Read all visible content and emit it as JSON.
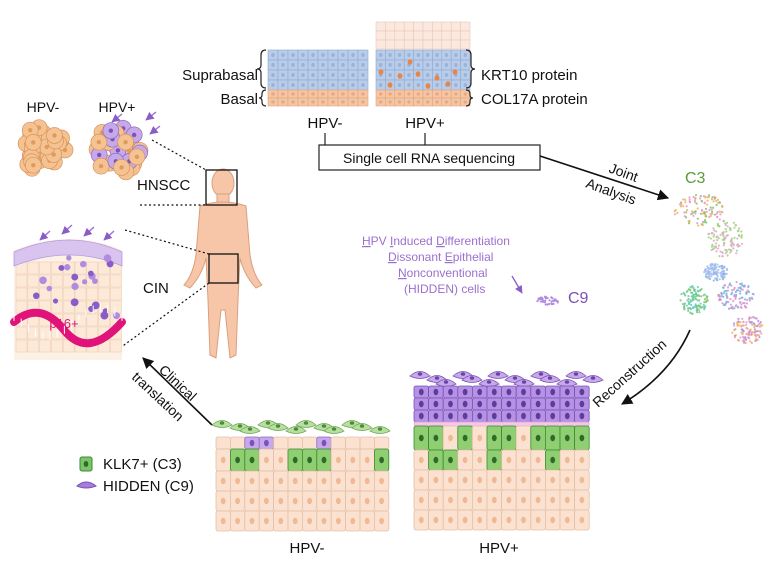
{
  "colors": {
    "purple": "#a57fd8",
    "purple_dark": "#7a52b8",
    "green": "#7cc36a",
    "green_dark": "#3d8a35",
    "peach": "#f6c6a3",
    "peach_light": "#fbe3d2",
    "blue": "#b9cde9",
    "pink": "#e0137a",
    "c3_green": "#5a9c3a",
    "c9_purple": "#7b4fb5",
    "skin": "#f7c6a8"
  },
  "top": {
    "suprabasal": "Suprabasal",
    "basal": "Basal",
    "krt10": "KRT10 protein",
    "col17a": "COL17A protein",
    "hpv_neg": "HPV-",
    "hpv_pos": "HPV+",
    "scrnaseq": "Single cell RNA sequencing"
  },
  "left": {
    "hpv_neg": "HPV-",
    "hpv_pos": "HPV+",
    "hnscc": "HNSCC",
    "cin": "CIN",
    "p16": "p16+"
  },
  "joint": {
    "line1": "Joint",
    "line2": "Analysis"
  },
  "cluster": {
    "c3": "C3",
    "c9": "C9"
  },
  "hidden": {
    "l1a": "H",
    "l1b": "PV ",
    "l1c": "I",
    "l1d": "nduced ",
    "l1e": "D",
    "l1f": "ifferentiation",
    "l2a": "D",
    "l2b": "issonant ",
    "l2c": "E",
    "l2d": "pithelial",
    "l3a": "N",
    "l3b": "onconventional",
    "l4": "(HIDDEN) cells"
  },
  "reconstruction": "Reconstruction",
  "clinical": {
    "line1": "Clinical",
    "line2": "translation"
  },
  "legend": {
    "klk7": "KLK7+ (C3)",
    "hidden": "HIDDEN (C9)"
  },
  "bottom": {
    "hpv_neg": "HPV-",
    "hpv_pos": "HPV+"
  }
}
